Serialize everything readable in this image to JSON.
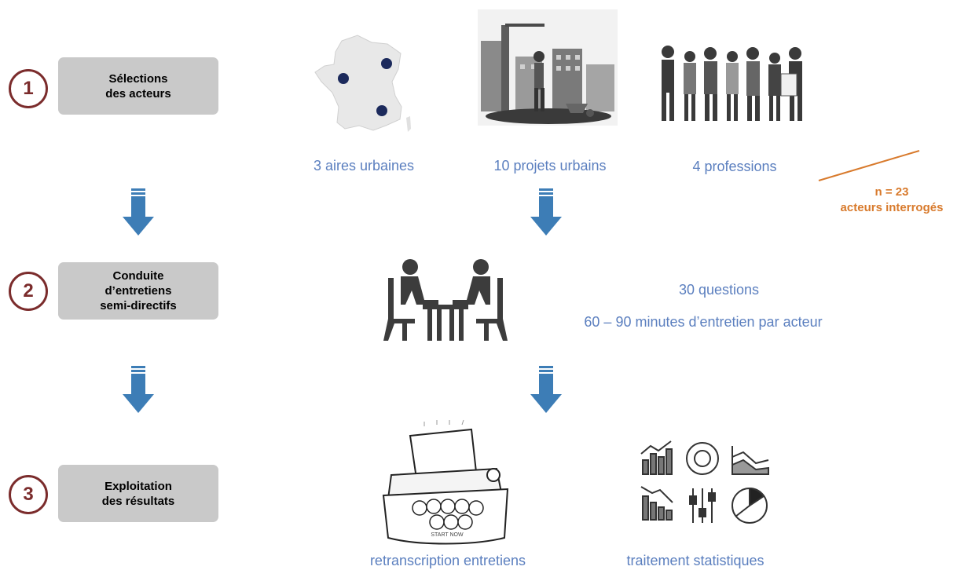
{
  "steps": [
    {
      "number": "1",
      "line1": "Sélections",
      "line2": "des acteurs",
      "line3": ""
    },
    {
      "number": "2",
      "line1": "Conduite",
      "line2": "d’entretiens",
      "line3": "semi-directifs"
    },
    {
      "number": "3",
      "line1": "Exploitation",
      "line2": "des résultats",
      "line3": ""
    }
  ],
  "captions": {
    "urban_areas": "3 aires urbaines",
    "urban_projects": "10 projets urbains",
    "professions": "4 professions",
    "questions": "30 questions",
    "duration": "60 – 90 minutes d’entretien par acteur",
    "transcription": "retranscription entretiens",
    "statistics": "traitement statistiques"
  },
  "sample": {
    "count": "n = 23",
    "label": "acteurs interrogés"
  },
  "typewriter_keys": "START NOW",
  "colors": {
    "circle": "#7b2c2c",
    "step_box": "#c9c9c9",
    "caption": "#5b7fbf",
    "arrow": "#3d7db6",
    "accent": "#d87a2c"
  }
}
